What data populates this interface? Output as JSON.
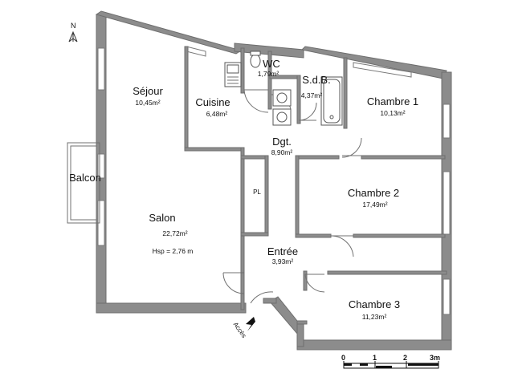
{
  "north": {
    "label": "N"
  },
  "access": {
    "label": "Accès"
  },
  "rooms": {
    "sejour": {
      "name": "Séjour",
      "area": "10,45m²"
    },
    "cuisine": {
      "name": "Cuisine",
      "area": "6,48m²"
    },
    "wc": {
      "name": "WC",
      "area": "1,79m²"
    },
    "sdb": {
      "name": "S.d.B.",
      "area": "4,37m²"
    },
    "chambre1": {
      "name": "Chambre 1",
      "area": "10,13m²"
    },
    "dgt": {
      "name": "Dgt.",
      "area": "8,90m²"
    },
    "balcon": {
      "name": "Balcon"
    },
    "pl": {
      "name": "PL"
    },
    "chambre2": {
      "name": "Chambre 2",
      "area": "17,49m²"
    },
    "salon": {
      "name": "Salon",
      "area": "22,72m²",
      "note": "Hsp = 2,76 m"
    },
    "entree": {
      "name": "Entrée",
      "area": "3,93m²"
    },
    "chambre3": {
      "name": "Chambre 3",
      "area": "11,23m²"
    }
  },
  "scale": {
    "labels": [
      "0",
      "1",
      "2",
      "3m"
    ]
  },
  "colors": {
    "walls": "#8c8c8c",
    "background": "#ffffff",
    "text": "#111111"
  }
}
